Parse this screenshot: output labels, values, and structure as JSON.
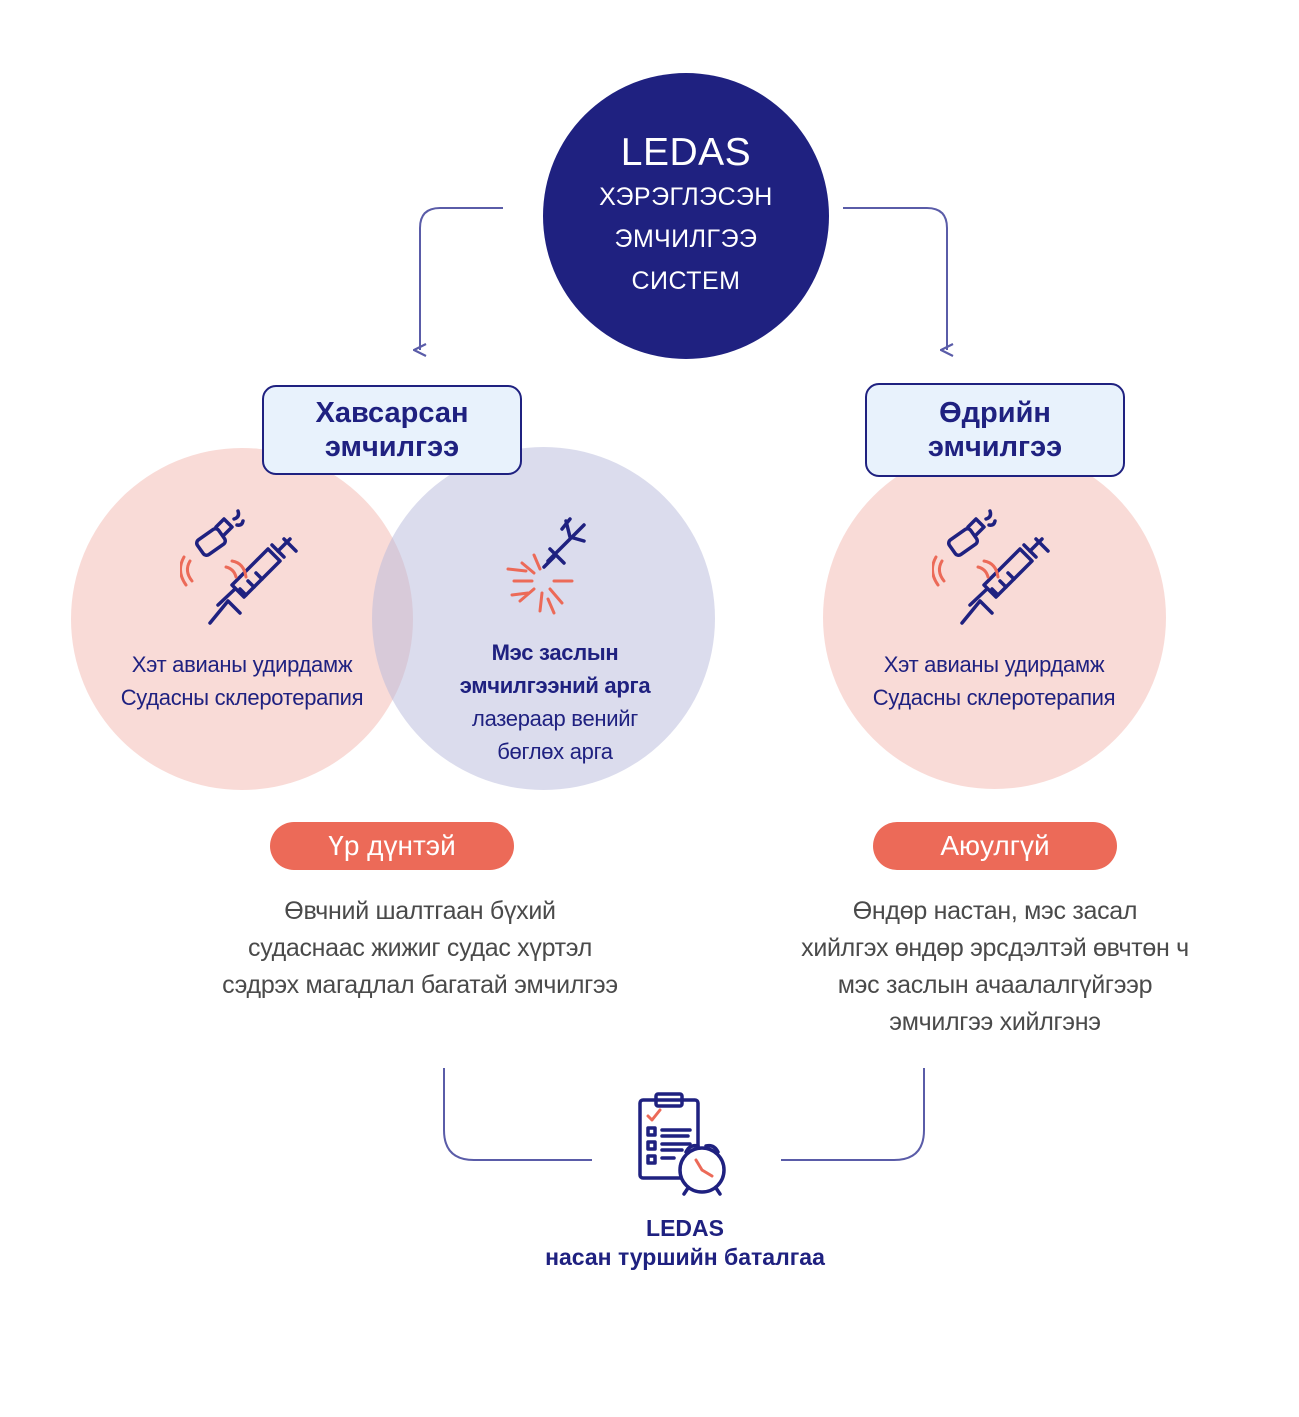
{
  "hub": {
    "title": "LEDAS",
    "lines": [
      "ХЭРЭГЛЭСЭН",
      "ЭМЧИЛГЭЭ",
      "СИСТЕМ"
    ]
  },
  "left": {
    "box": {
      "line1": "Хавсарсан",
      "line2": "эмчилгээ"
    },
    "circle_a": {
      "line1": "Хэт авианы удирдамж",
      "line2": "Судасны склеротерапия",
      "icon": "ultrasound-syringe-icon"
    },
    "circle_b": {
      "bold1": "Мэс заслын",
      "bold2": "эмчилгээний арга",
      "line3": "лазераар венийг",
      "line4": "бөглөх арга",
      "icon": "laser-icon"
    },
    "pill": "Үр дүнтэй",
    "desc": [
      "Өвчний шалтгаан бүхий",
      "судаснаас жижиг судас хүртэл",
      "сэдрэх магадлал багатай эмчилгээ"
    ]
  },
  "right": {
    "box": {
      "line1": "Өдрийн",
      "line2": "эмчилгээ"
    },
    "circle": {
      "line1": "Хэт авианы удирдамж",
      "line2": "Судасны склеротерапия",
      "icon": "ultrasound-syringe-icon"
    },
    "pill": "Аюулгүй",
    "desc": [
      "Өндөр настан, мэс засал",
      "хийлгэх өндөр эрсдэлтэй өвчтөн ч",
      "мэс заслын ачаалалгүйгээр",
      "эмчилгээ хийлгэнэ"
    ]
  },
  "footer": {
    "icon": "checklist-clock-icon",
    "line1": "LEDAS",
    "line2": "насан туршийн баталгаа"
  },
  "colors": {
    "navy": "#1f2180",
    "coral": "#ec6a58",
    "pink_circle": "#f6d6d1",
    "lavender_circle": "#dcddec",
    "box_fill": "#e8f2fc",
    "connector": "#5a5ca8"
  }
}
